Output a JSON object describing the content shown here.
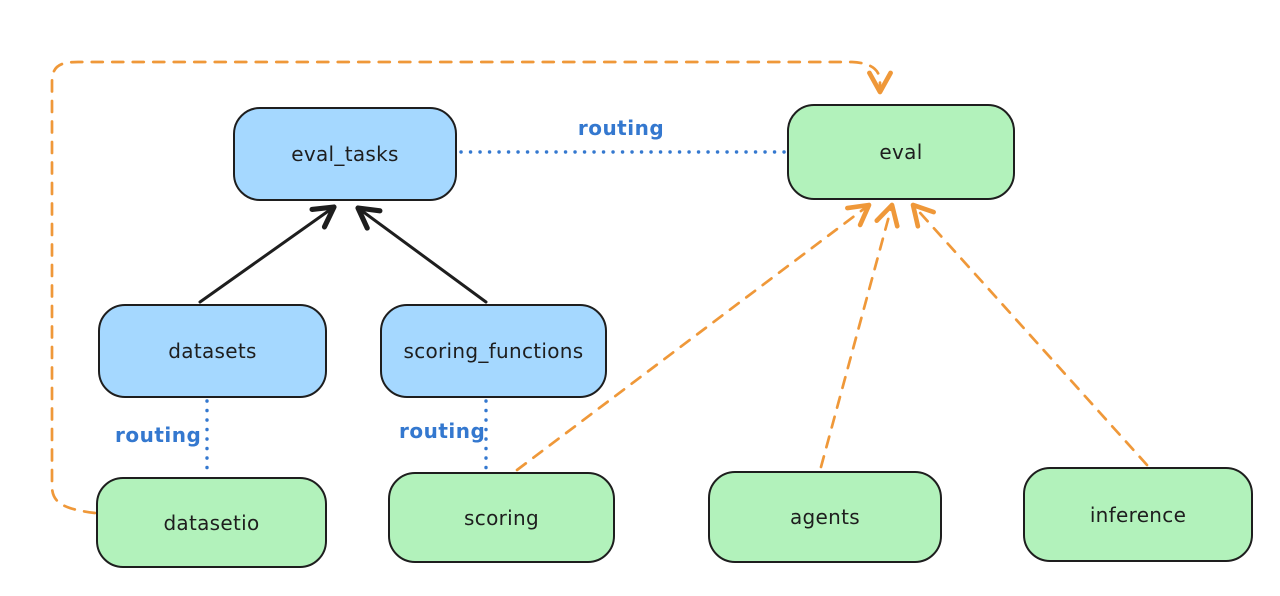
{
  "colors": {
    "background": "#ffffff",
    "resource_fill_blue": "#a5d8ff",
    "provider_fill_green": "#b2f2bb",
    "node_stroke": "#1e1e1e",
    "routing_blue": "#3478cf",
    "orange": "#ef9839"
  },
  "nodes": [
    {
      "id": "eval_tasks",
      "label": "eval_tasks",
      "kind": "blue"
    },
    {
      "id": "eval",
      "label": "eval",
      "kind": "green"
    },
    {
      "id": "datasets",
      "label": "datasets",
      "kind": "blue"
    },
    {
      "id": "scoring_functions",
      "label": "scoring_functions",
      "kind": "blue"
    },
    {
      "id": "datasetio",
      "label": "datasetio",
      "kind": "green"
    },
    {
      "id": "scoring",
      "label": "scoring",
      "kind": "green"
    },
    {
      "id": "agents",
      "label": "agents",
      "kind": "green"
    },
    {
      "id": "inference",
      "label": "inference",
      "kind": "green"
    }
  ],
  "edge_labels": [
    {
      "id": "routing-top",
      "text": "routing"
    },
    {
      "id": "routing-left",
      "text": "routing"
    },
    {
      "id": "routing-mid",
      "text": "routing"
    }
  ],
  "edges": [
    {
      "from": "datasets",
      "to": "eval_tasks",
      "style": "solid-arrow",
      "color": "black"
    },
    {
      "from": "scoring_functions",
      "to": "eval_tasks",
      "style": "solid-arrow",
      "color": "black"
    },
    {
      "from": "eval_tasks",
      "to": "eval",
      "style": "dotted",
      "color": "blue",
      "label": "routing"
    },
    {
      "from": "datasets",
      "to": "datasetio",
      "style": "dotted",
      "color": "blue",
      "label": "routing"
    },
    {
      "from": "scoring_functions",
      "to": "scoring",
      "style": "dotted",
      "color": "blue",
      "label": "routing"
    },
    {
      "from": "datasetio",
      "to": "eval",
      "style": "dashed-arrow",
      "color": "orange"
    },
    {
      "from": "scoring",
      "to": "eval",
      "style": "dashed-arrow",
      "color": "orange"
    },
    {
      "from": "agents",
      "to": "eval",
      "style": "dashed-arrow",
      "color": "orange"
    },
    {
      "from": "inference",
      "to": "eval",
      "style": "dashed-arrow",
      "color": "orange"
    }
  ]
}
